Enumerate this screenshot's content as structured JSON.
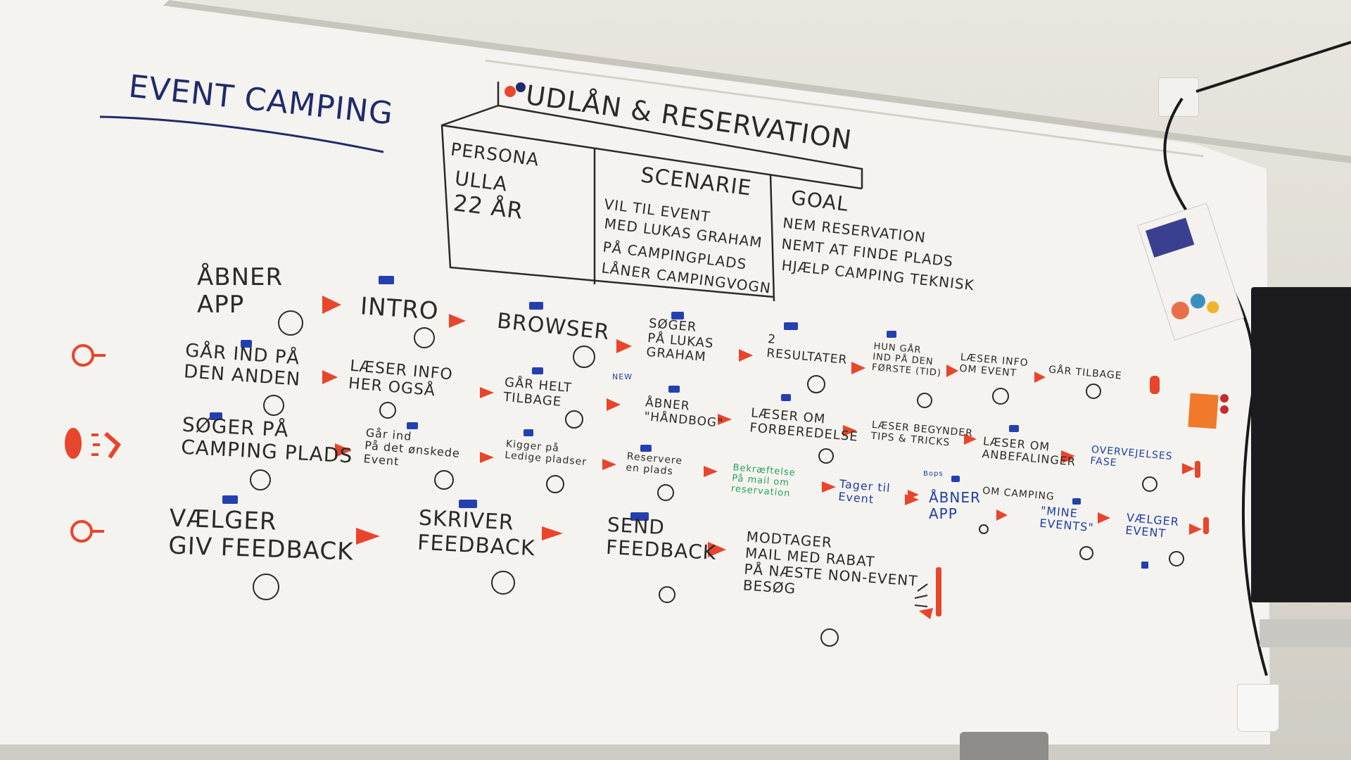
{
  "board": {
    "title": "EVENT CAMPING",
    "header": "UDLÅN & RESERVATION",
    "persona": {
      "label": "PERSONA",
      "name": "ULLA",
      "age": "22 ÅR"
    },
    "scenario": {
      "label": "SCENARIE",
      "lines": [
        "VIL TIL EVENT",
        "MED LUKAS GRAHAM",
        "PÅ CAMPINGPLADS",
        "LÅNER CAMPINGVOGN"
      ]
    },
    "goal": {
      "label": "GOAL",
      "lines": [
        "NEM RESERVATION",
        "NEMT AT FINDE PLADS",
        "HJÆLP CAMPING TEKNISK"
      ]
    },
    "row1": [
      "ÅBNER\nAPP",
      "INTRO",
      "BROWSER",
      "SØGER\nPÅ LUKAS\nGRAHAM",
      "2\nRESULTATER",
      "HUN GÅR\nIND PÅ DEN\nFØRSTE (TID)",
      "LÆSER INFO\nOM EVENT",
      "GÅR TILBAGE"
    ],
    "row2": [
      "GÅR IND PÅ\nDEN ANDEN",
      "LÆSER INFO\nHER OGSÅ",
      "GÅR HELT\nTILBAGE",
      "ÅBNER\n\"HÅNDBOG\"",
      "LÆSER OM\nFORBEREDELSE",
      "LÆSER BEGYNDER\nTIPS & TRICKS",
      "LÆSER OM\nANBEFALINGER",
      "OVERVEJELSES\nFASE"
    ],
    "row3": [
      "SØGER PÅ\nCAMPING PLADS",
      "Går ind\nPå det ønskede\nEvent",
      "Kigger på\nLedige pladser",
      "Reservere\nen plads",
      "Bekræftelse\nPå mail om\nreservation",
      "Tager til\nEvent",
      "ÅBNER\nAPP",
      "OM CAMPING",
      "\"MINE\nEVENTS\"",
      "VÆLGER\nEVENT"
    ],
    "row4": [
      "VÆLGER\nGIV FEEDBACK",
      "SKRIVER\nFEEDBACK",
      "SEND\nFEEDBACK",
      "MODTAGER\nMAIL MED RABAT\nPÅ NÆSTE NON-EVENT\nBESØG"
    ],
    "small_tags": [
      "NEW",
      "Bops"
    ],
    "colors": {
      "board": "#f3f2ee",
      "marker": "#2a2a2a",
      "title": "#1f2b6b",
      "arrow": "#e8452c",
      "magnet": "#2440b0",
      "green_ink": "#23a35b"
    }
  }
}
